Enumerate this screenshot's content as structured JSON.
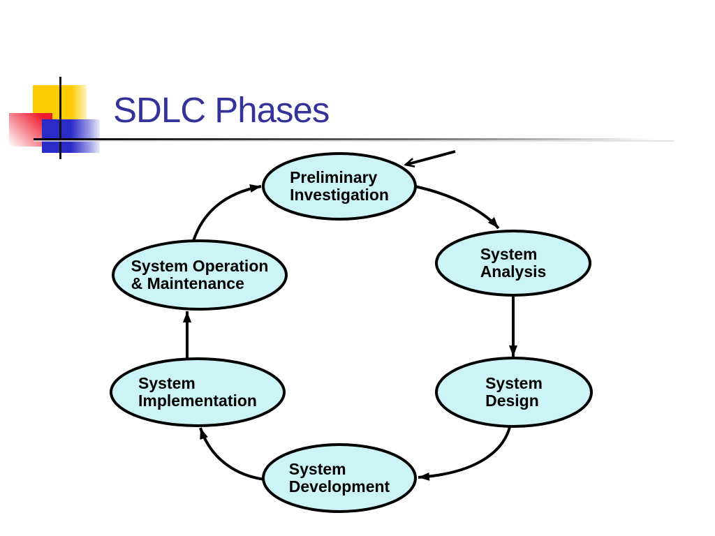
{
  "title": "SDLC Phases",
  "diagram": {
    "nodes": [
      {
        "id": "preliminary-investigation",
        "line1": "Preliminary",
        "line2": "Investigation"
      },
      {
        "id": "system-analysis",
        "line1": "System",
        "line2": "Analysis"
      },
      {
        "id": "system-design",
        "line1": "System",
        "line2": "Design"
      },
      {
        "id": "system-development",
        "line1": "System",
        "line2": "Development"
      },
      {
        "id": "system-implementation",
        "line1": "System",
        "line2": "Implementation"
      },
      {
        "id": "system-operation-maintenance",
        "line1": "System Operation",
        "line2": "& Maintenance"
      }
    ],
    "edges": [
      {
        "from": "system-operation-maintenance",
        "to": "preliminary-investigation",
        "arrowhead": "solid"
      },
      {
        "from": "preliminary-investigation",
        "to": "system-analysis",
        "arrowhead": "solid"
      },
      {
        "from": "system-analysis",
        "to": "system-design",
        "arrowhead": "solid"
      },
      {
        "from": "system-design",
        "to": "system-development",
        "arrowhead": "solid"
      },
      {
        "from": "system-development",
        "to": "system-implementation",
        "arrowhead": "solid"
      },
      {
        "from": "system-implementation",
        "to": "system-operation-maintenance",
        "arrowhead": "solid"
      },
      {
        "from": "external-entry",
        "to": "preliminary-investigation",
        "arrowhead": "open"
      }
    ]
  },
  "colors": {
    "node_fill": "#CCF4F6",
    "node_border": "#000000",
    "arrow": "#000000",
    "title_color": "#333399",
    "accent_yellow": "#FFCB05",
    "accent_red": "#EE1B2E",
    "accent_blue": "#2B2BC8"
  }
}
